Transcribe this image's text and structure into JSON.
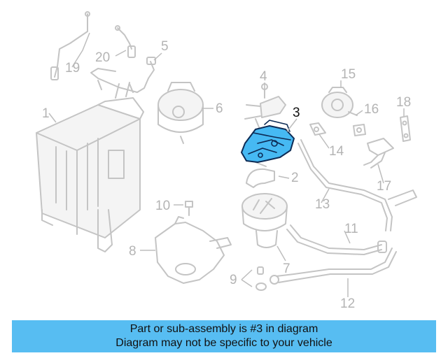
{
  "diagram": {
    "highlighted_part": "3",
    "callouts": {
      "c1": "1",
      "c2": "2",
      "c3": "3",
      "c4": "4",
      "c5": "5",
      "c6": "6",
      "c7": "7",
      "c8": "8",
      "c9": "9",
      "c10": "10",
      "c11": "11",
      "c12": "12",
      "c13": "13",
      "c14": "14",
      "c15": "15",
      "c16": "16",
      "c17": "17",
      "c18": "18",
      "c19": "19",
      "c20": "20"
    },
    "colors": {
      "highlight_fill": "#46b9f3",
      "highlight_stroke": "#0d2b55",
      "part_lines": "#c4c4c4"
    }
  },
  "banner": {
    "line1": "Part or sub-assembly is #3 in diagram",
    "line2": "Diagram may not be specific to your vehicle",
    "color": "#57bdf2"
  }
}
